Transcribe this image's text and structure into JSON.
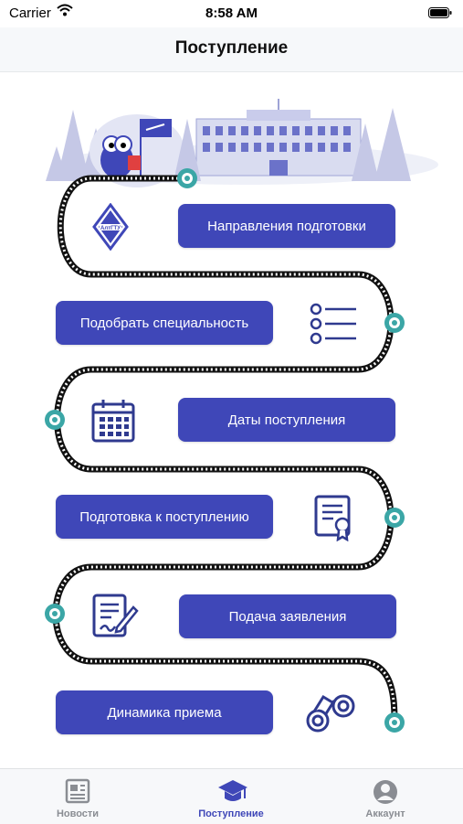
{
  "status_bar": {
    "carrier": "Carrier",
    "time": "8:58 AM"
  },
  "nav": {
    "title": "Поступление"
  },
  "illustration": {
    "emblem_text": "АлтГТУ"
  },
  "menu": [
    {
      "label": "Направления подготовки",
      "icon": "university-emblem-icon"
    },
    {
      "label": "Подобрать специальность",
      "icon": "list-icon"
    },
    {
      "label": "Даты поступления",
      "icon": "calendar-icon"
    },
    {
      "label": "Подготовка к поступлению",
      "icon": "certificate-icon"
    },
    {
      "label": "Подача заявления",
      "icon": "document-pen-icon"
    },
    {
      "label": "Динамика приема",
      "icon": "binoculars-icon"
    }
  ],
  "tabs": [
    {
      "label": "Новости",
      "icon": "newspaper-icon"
    },
    {
      "label": "Поступление",
      "icon": "graduation-cap-icon"
    },
    {
      "label": "Аккаунт",
      "icon": "account-icon"
    }
  ],
  "colors": {
    "accent": "#3f47b8",
    "path_node": "#3ba6a6",
    "tab_active": "#3f47b8",
    "tab_inactive": "#8a8d93"
  }
}
